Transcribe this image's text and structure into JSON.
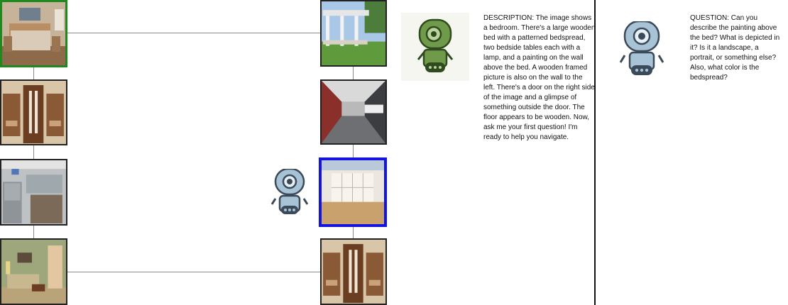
{
  "graph": {
    "nodes": [
      {
        "id": "n1",
        "scene": "bedroom",
        "state": "start"
      },
      {
        "id": "n2",
        "scene": "closet"
      },
      {
        "id": "n3",
        "scene": "basement-kitchen"
      },
      {
        "id": "n4",
        "scene": "living-room"
      },
      {
        "id": "n5",
        "scene": "exterior-deck"
      },
      {
        "id": "n6",
        "scene": "hallway"
      },
      {
        "id": "n7",
        "scene": "sunroom",
        "state": "current"
      },
      {
        "id": "n8",
        "scene": "closet"
      }
    ],
    "edges": [
      [
        "n1",
        "n5"
      ],
      [
        "n1",
        "n2"
      ],
      [
        "n2",
        "n3"
      ],
      [
        "n3",
        "n4"
      ],
      [
        "n4",
        "n8"
      ],
      [
        "n5",
        "n6"
      ],
      [
        "n6",
        "n7"
      ],
      [
        "n7",
        "n8"
      ]
    ]
  },
  "colors": {
    "start_border": "#1e8a1e",
    "current_border": "#1414e0"
  },
  "description_panel": {
    "text": "DESCRIPTION: The image shows a bedroom. There's a large wooden bed with a patterned bedspread, two bedside tables each with a lamp, and a painting on the wall above the bed. A wooden framed picture is also on the wall to the left. There's a door on the right side of the image and a glimpse of something outside the door. The floor appears to be wooden.   Now, ask me your first question! I'm ready to help you navigate.",
    "avatar_icon": "green-robot-icon"
  },
  "question_panel": {
    "text": "QUESTION: Can you describe the painting above the bed? What is depicted in it? Is it a landscape, a portrait, or something else? Also, what color is the bedspread?",
    "avatar_icon": "blue-robot-icon"
  }
}
